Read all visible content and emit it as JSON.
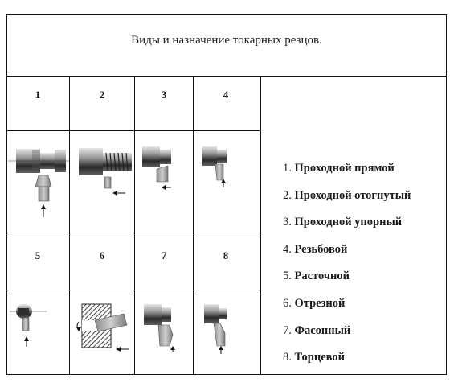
{
  "title": "Виды и назначение токарных резцов.",
  "numbers": [
    "1",
    "2",
    "3",
    "4",
    "5",
    "6",
    "7",
    "8"
  ],
  "legend": [
    {
      "n": "1.",
      "text": "Проходной прямой"
    },
    {
      "n": "2.",
      "text": "Проходной отогнутый"
    },
    {
      "n": "3.",
      "text": "Проходной упорный"
    },
    {
      "n": "4.",
      "text": "Резьбовой"
    },
    {
      "n": "5.",
      "text": "Расточной"
    },
    {
      "n": "6.",
      "text": "Отрезной"
    },
    {
      "n": "7.",
      "text": "Фасонный"
    },
    {
      "n": "8.",
      "text": "Торцевой"
    }
  ],
  "colors": {
    "metal_dark": "#2c2c2c",
    "metal_mid": "#7d7d7d",
    "metal_light": "#c9c9c9",
    "line": "#111111"
  }
}
